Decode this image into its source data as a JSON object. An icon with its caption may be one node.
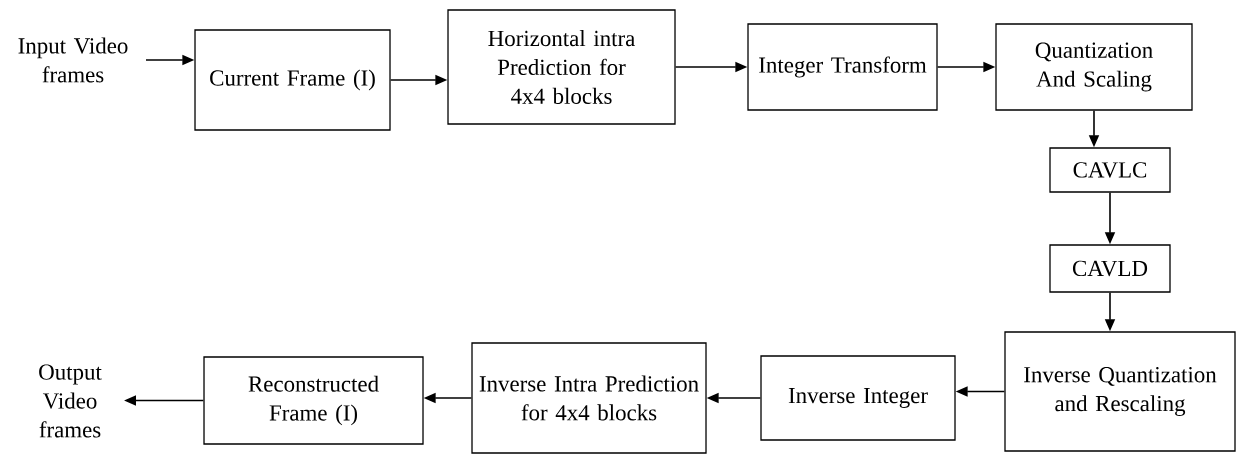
{
  "diagram": {
    "nodes": [
      {
        "text": [
          "Input Video frames"
        ]
      },
      {
        "text": [
          "Current Frame (I)"
        ]
      },
      {
        "text": [
          "Horizontal intra Prediction for 4x4 blocks"
        ]
      },
      {
        "text": [
          "Integer Transform"
        ]
      },
      {
        "text": [
          "Quantization And Scaling"
        ]
      },
      {
        "text": [
          "CAVLC"
        ]
      },
      {
        "text": [
          "CAVLD"
        ]
      },
      {
        "text": [
          "Inverse Quantization and Rescaling"
        ]
      },
      {
        "text": [
          "Inverse Integer"
        ]
      },
      {
        "text": [
          "Inverse Intra Prediction for 4x4 blocks"
        ]
      },
      {
        "text": [
          "Reconstructed Frame (I)"
        ]
      },
      {
        "text": [
          "Output Video frames"
        ]
      }
    ],
    "edges": [
      {
        "from": 0,
        "to": 1,
        "arrow": "to"
      },
      {
        "from": 1,
        "to": 2,
        "arrow": "to"
      },
      {
        "from": 2,
        "to": 3,
        "arrow": "to"
      },
      {
        "from": 3,
        "to": 4,
        "arrow": "to"
      },
      {
        "from": 4,
        "to": 5,
        "arrow": "to"
      },
      {
        "from": 5,
        "to": 6,
        "arrow": "to"
      },
      {
        "from": 6,
        "to": 7,
        "arrow": "to"
      },
      {
        "from": 7,
        "to": 8,
        "arrow": "to"
      },
      {
        "from": 8,
        "to": 9,
        "arrow": "to"
      },
      {
        "from": 9,
        "to": 10,
        "arrow": "to"
      },
      {
        "from": 10,
        "to": 11,
        "arrow": "to"
      }
    ]
  }
}
